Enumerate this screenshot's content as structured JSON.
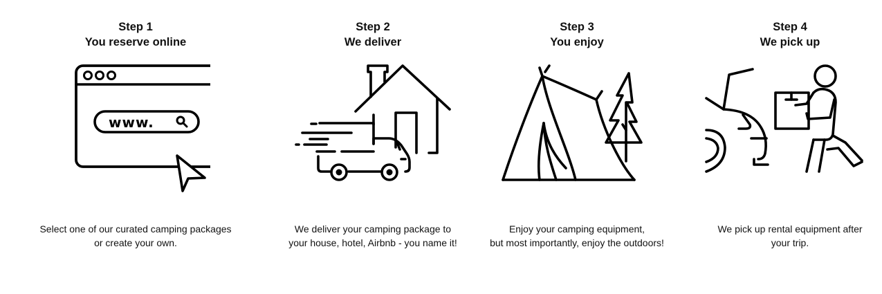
{
  "steps": [
    {
      "label": "Step 1",
      "title": "You reserve online",
      "icon": "browser-www-search-icon",
      "url_text": "www.",
      "desc_line1": "Select one of our curated camping packages",
      "desc_line2": "or create your own."
    },
    {
      "label": "Step 2",
      "title": "We deliver",
      "icon": "delivery-truck-house-icon",
      "desc_line1": "We deliver your camping package to",
      "desc_line2": "your house, hotel, Airbnb - you name it!"
    },
    {
      "label": "Step 3",
      "title": "You enjoy",
      "icon": "tent-tree-icon",
      "desc_line1": "Enjoy your camping equipment,",
      "desc_line2": "but most importantly, enjoy the outdoors!"
    },
    {
      "label": "Step 4",
      "title": "We pick up",
      "icon": "person-carrying-box-car-icon",
      "desc_line1": "We pick up rental equipment after",
      "desc_line2": "your trip."
    }
  ]
}
